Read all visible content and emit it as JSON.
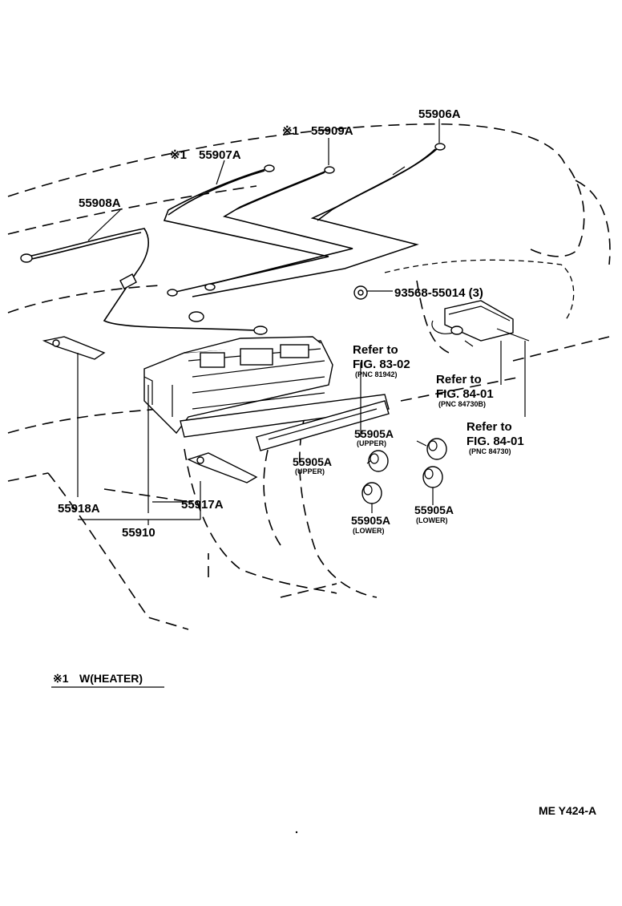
{
  "labels": {
    "p55906A": "55906A",
    "p55909A": "55909A",
    "p55907A": "55907A",
    "p55908A": "55908A",
    "p93568": "93568-55014 (3)",
    "refer_8302_a": "Refer to",
    "refer_8302_b": "FIG. 83-02",
    "refer_8302_c": "(PNC 81942)",
    "refer_8401a_a": "Refer to",
    "refer_8401a_b": "FIG. 84-01",
    "refer_8401a_c": "(PNC 84730B)",
    "refer_8401b_a": "Refer to",
    "refer_8401b_b": "FIG. 84-01",
    "refer_8401b_c": "(PNC 84730)",
    "p55905A_upper_r": "55905A",
    "upper_r": "(UPPER)",
    "p55905A_upper_l": "55905A",
    "upper_l": "(UPPER)",
    "p55905A_lower_l": "55905A",
    "lower_l": "(LOWER)",
    "p55905A_lower_r": "55905A",
    "lower_r": "(LOWER)",
    "p55918A": "55918A",
    "p55917A": "55917A",
    "p55910": "55910",
    "footnote": "W(HEATER)",
    "figure_id": "ME Y424-A"
  },
  "symbols": {
    "note_mark": "※1"
  }
}
